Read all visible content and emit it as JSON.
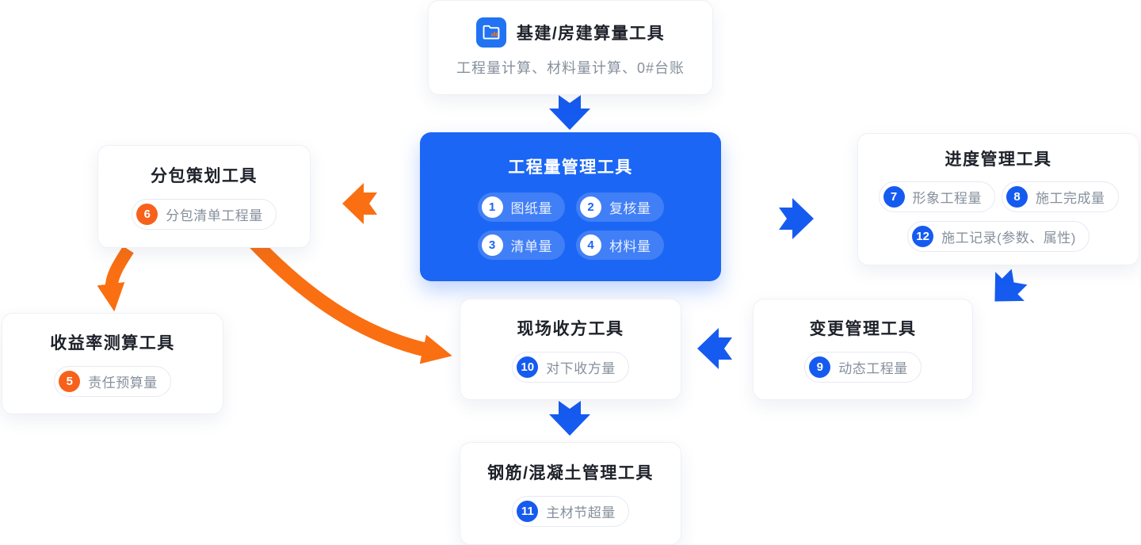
{
  "colors": {
    "primary_blue": "#1b66f4",
    "arrow_blue": "#165bf0",
    "arrow_orange": "#f96f12",
    "badge_orange": "#f7611b",
    "badge_blue": "#165bf0",
    "title_text": "#1d2129",
    "muted_text": "#86909c"
  },
  "nodes": {
    "source": {
      "title": "基建/房建算量工具",
      "subtitle": "工程量计算、材料量计算、0#台账",
      "icon": "folder-chart-icon"
    },
    "quantity": {
      "title": "工程量管理工具",
      "pills": [
        {
          "num": "1",
          "label": "图纸量"
        },
        {
          "num": "2",
          "label": "复核量"
        },
        {
          "num": "3",
          "label": "清单量"
        },
        {
          "num": "4",
          "label": "材料量"
        }
      ]
    },
    "subcontract": {
      "title": "分包策划工具",
      "pill": {
        "num": "6",
        "label": "分包清单工程量"
      }
    },
    "profit": {
      "title": "收益率测算工具",
      "pill": {
        "num": "5",
        "label": "责任预算量"
      }
    },
    "progress": {
      "title": "进度管理工具",
      "pills": [
        {
          "num": "7",
          "label": "形象工程量"
        },
        {
          "num": "8",
          "label": "施工完成量"
        },
        {
          "num": "12",
          "label": "施工记录(参数、属性)"
        }
      ]
    },
    "change": {
      "title": "变更管理工具",
      "pill": {
        "num": "9",
        "label": "动态工程量"
      }
    },
    "site": {
      "title": "现场收方工具",
      "pill": {
        "num": "10",
        "label": "对下收方量"
      }
    },
    "rebar": {
      "title": "钢筋/混凝土管理工具",
      "pill": {
        "num": "11",
        "label": "主材节超量"
      }
    }
  }
}
